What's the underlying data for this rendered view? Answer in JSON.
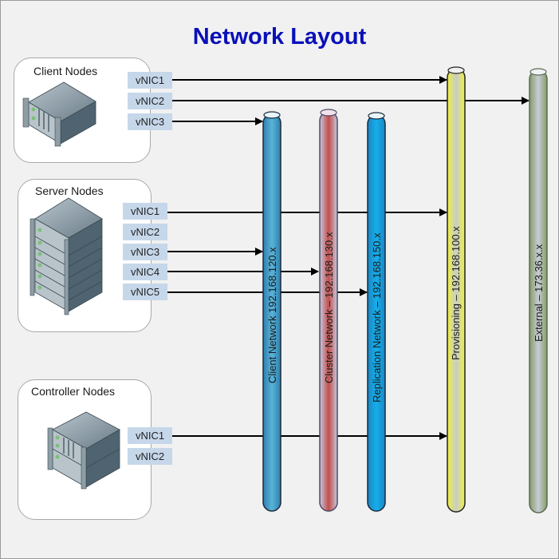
{
  "title": "Network Layout",
  "groups": [
    {
      "label": "Client Nodes",
      "server_icon": "single-server-icon",
      "nics": [
        "vNIC1",
        "vNIC2",
        "vNIC3"
      ]
    },
    {
      "label": "Server Nodes",
      "server_icon": "server-stack-icon",
      "nics": [
        "vNIC1",
        "vNIC2",
        "vNIC3",
        "vNIC4",
        "vNIC5"
      ]
    },
    {
      "label": "Controller Nodes",
      "server_icon": "dual-server-icon",
      "nics": [
        "vNIC1",
        "vNIC2"
      ]
    }
  ],
  "networks": [
    {
      "id": "client",
      "label": "Client Network 192.168.120.x",
      "color": "#3a9cc8",
      "edge": "#1a2a3a"
    },
    {
      "id": "cluster",
      "label": "Cluster Network – 192.168.130.x",
      "color": "#c0504d",
      "edge": "#4a4a6a"
    },
    {
      "id": "replication",
      "label": "Replication Network – 192.168.150.x",
      "color": "#12a3e0",
      "edge": "#1a2a3a"
    },
    {
      "id": "provisioning",
      "label": "Provisioning – 192.168.100.x",
      "color": "#eef040",
      "edge": "#222222"
    },
    {
      "id": "external",
      "label": "External – 173.36.x.x",
      "color": "#8aa070",
      "edge": "#5a6a50"
    }
  ],
  "connections": [
    {
      "from": "Client Nodes",
      "nic": "vNIC1",
      "to": "provisioning"
    },
    {
      "from": "Client Nodes",
      "nic": "vNIC2",
      "to": "external"
    },
    {
      "from": "Client Nodes",
      "nic": "vNIC3",
      "to": "client"
    },
    {
      "from": "Server Nodes",
      "nic": "vNIC1",
      "to": "provisioning"
    },
    {
      "from": "Server Nodes",
      "nic": "vNIC3",
      "to": "client"
    },
    {
      "from": "Server Nodes",
      "nic": "vNIC4",
      "to": "cluster"
    },
    {
      "from": "Server Nodes",
      "nic": "vNIC5",
      "to": "replication"
    },
    {
      "from": "Controller Nodes",
      "nic": "vNIC1",
      "to": "provisioning"
    }
  ]
}
